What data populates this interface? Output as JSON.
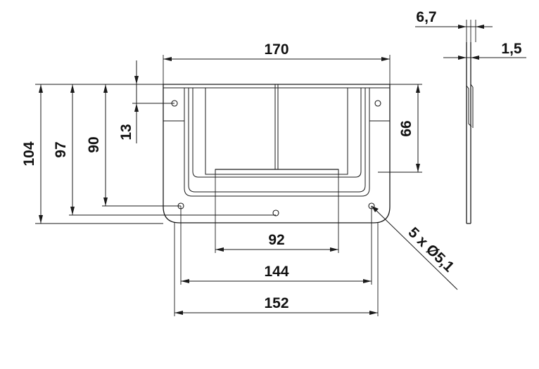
{
  "dimensions": {
    "width_overall": "170",
    "height_overall": "104",
    "height_holes_bottom": "97",
    "height_holes_mid": "90",
    "hole_offset_top": "13",
    "hole_spacing_vertical": "66",
    "handle_width": "92",
    "hole_spacing_inner": "144",
    "hole_spacing_outer": "152",
    "thickness_total": "6,7",
    "thickness_sheet": "1,5",
    "hole_callout": "5 x Ø5,1"
  }
}
